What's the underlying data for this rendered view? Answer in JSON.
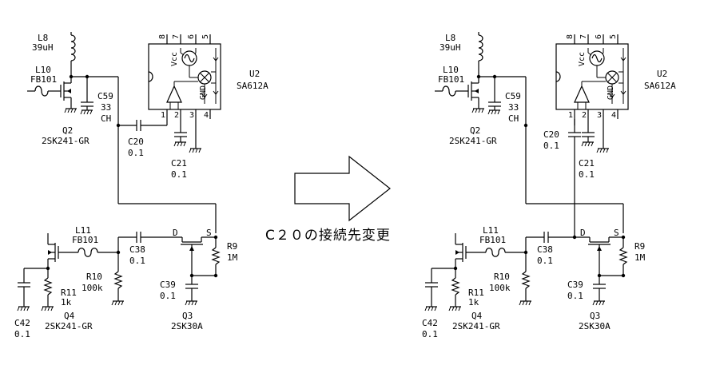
{
  "caption": "C２０の接続先変更",
  "components": {
    "l8": {
      "ref": "L8",
      "value": "39uH"
    },
    "l10": {
      "ref": "L10",
      "value": "FB101"
    },
    "c59": {
      "ref": "C59",
      "value": "33",
      "extra": "CH"
    },
    "q2": {
      "ref": "Q2",
      "value": "2SK241-GR"
    },
    "u2": {
      "ref": "U2",
      "value": "SA612A"
    },
    "c20": {
      "ref": "C20",
      "value": "0.1"
    },
    "c21": {
      "ref": "C21",
      "value": "0.1"
    },
    "l11": {
      "ref": "L11",
      "value": "FB101"
    },
    "c38": {
      "ref": "C38",
      "value": "0.1"
    },
    "r10": {
      "ref": "R10",
      "value": "100k"
    },
    "r11": {
      "ref": "R11",
      "value": "1k"
    },
    "c42": {
      "ref": "C42",
      "value": "0.1"
    },
    "q4": {
      "ref": "Q4",
      "value": "2SK241-GR"
    },
    "q3": {
      "ref": "Q3",
      "value": "2SK30A"
    },
    "r9": {
      "ref": "R9",
      "value": "1M"
    },
    "c39": {
      "ref": "C39",
      "value": "0.1"
    }
  },
  "ic": {
    "pins": [
      "8",
      "7",
      "6",
      "5",
      "1",
      "2",
      "3",
      "4"
    ],
    "vcc": "Vcc",
    "gnd": "GND"
  },
  "fet": {
    "drain": "D",
    "source": "S"
  }
}
